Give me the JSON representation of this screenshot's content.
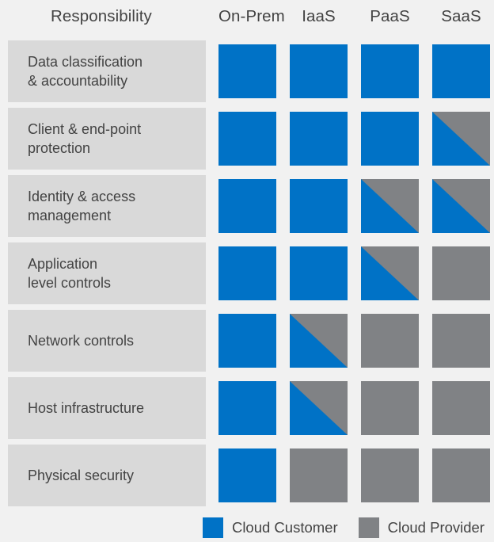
{
  "colors": {
    "customer_blue": "#0072C6",
    "provider_gray": "#808285",
    "page_background": "#F1F1F1",
    "label_chip_background": "#D9D9D9",
    "text": "#434343"
  },
  "header": {
    "responsibility_label": "Responsibility",
    "columns": [
      {
        "label": "On-Prem"
      },
      {
        "label": "IaaS"
      },
      {
        "label": "PaaS"
      },
      {
        "label": "SaaS"
      }
    ]
  },
  "rows": [
    {
      "label": "Data classification\n& accountability",
      "cells": [
        "full",
        "full",
        "full",
        "full"
      ]
    },
    {
      "label": "Client & end-point\nprotection",
      "cells": [
        "full",
        "full",
        "full",
        "split"
      ]
    },
    {
      "label": "Identity & access\nmanagement",
      "cells": [
        "full",
        "full",
        "split",
        "split"
      ]
    },
    {
      "label": "Application\nlevel controls",
      "cells": [
        "full",
        "full",
        "split",
        "none"
      ]
    },
    {
      "label": "Network controls",
      "cells": [
        "full",
        "split",
        "none",
        "none"
      ]
    },
    {
      "label": "Host infrastructure",
      "cells": [
        "full",
        "split",
        "none",
        "none"
      ]
    },
    {
      "label": "Physical security",
      "cells": [
        "full",
        "none",
        "none",
        "none"
      ]
    }
  ],
  "legend": {
    "items": [
      {
        "label": "Cloud Customer",
        "swatch": "customer"
      },
      {
        "label": "Cloud Provider",
        "swatch": "provider"
      }
    ]
  },
  "chart_data": {
    "type": "heatmap",
    "title": "Shared responsibility matrix",
    "xlabel": "",
    "ylabel": "Responsibility",
    "categories": [
      "On-Prem",
      "IaaS",
      "PaaS",
      "SaaS"
    ],
    "rows": [
      "Data classification & accountability",
      "Client & end-point protection",
      "Identity & access management",
      "Application level controls",
      "Network controls",
      "Host infrastructure",
      "Physical security"
    ],
    "value_legend": {
      "full": "Cloud Customer",
      "split": "Shared (Cloud Customer / Cloud Provider)",
      "none": "Cloud Provider"
    },
    "values": [
      [
        "full",
        "full",
        "full",
        "full"
      ],
      [
        "full",
        "full",
        "full",
        "split"
      ],
      [
        "full",
        "full",
        "split",
        "split"
      ],
      [
        "full",
        "full",
        "split",
        "none"
      ],
      [
        "full",
        "split",
        "none",
        "none"
      ],
      [
        "full",
        "split",
        "none",
        "none"
      ],
      [
        "full",
        "none",
        "none",
        "none"
      ]
    ],
    "legend_position": "bottom-right",
    "grid": false
  }
}
